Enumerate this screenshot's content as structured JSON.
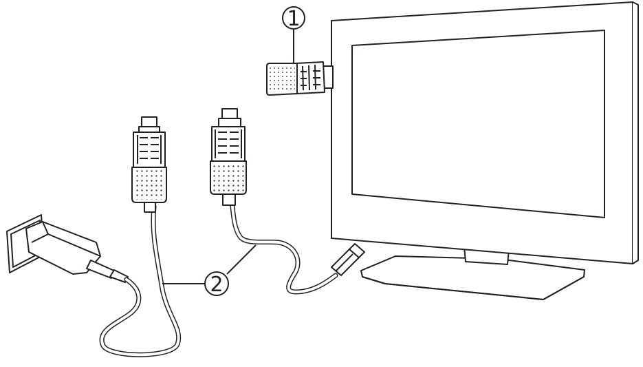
{
  "diagram": {
    "callouts": [
      {
        "id": "1",
        "label": "1"
      },
      {
        "id": "2",
        "label": "2"
      }
    ],
    "colors": {
      "ink": "#231f20",
      "fill": "#ffffff",
      "dongle_fill": "#e6e6e6"
    }
  }
}
